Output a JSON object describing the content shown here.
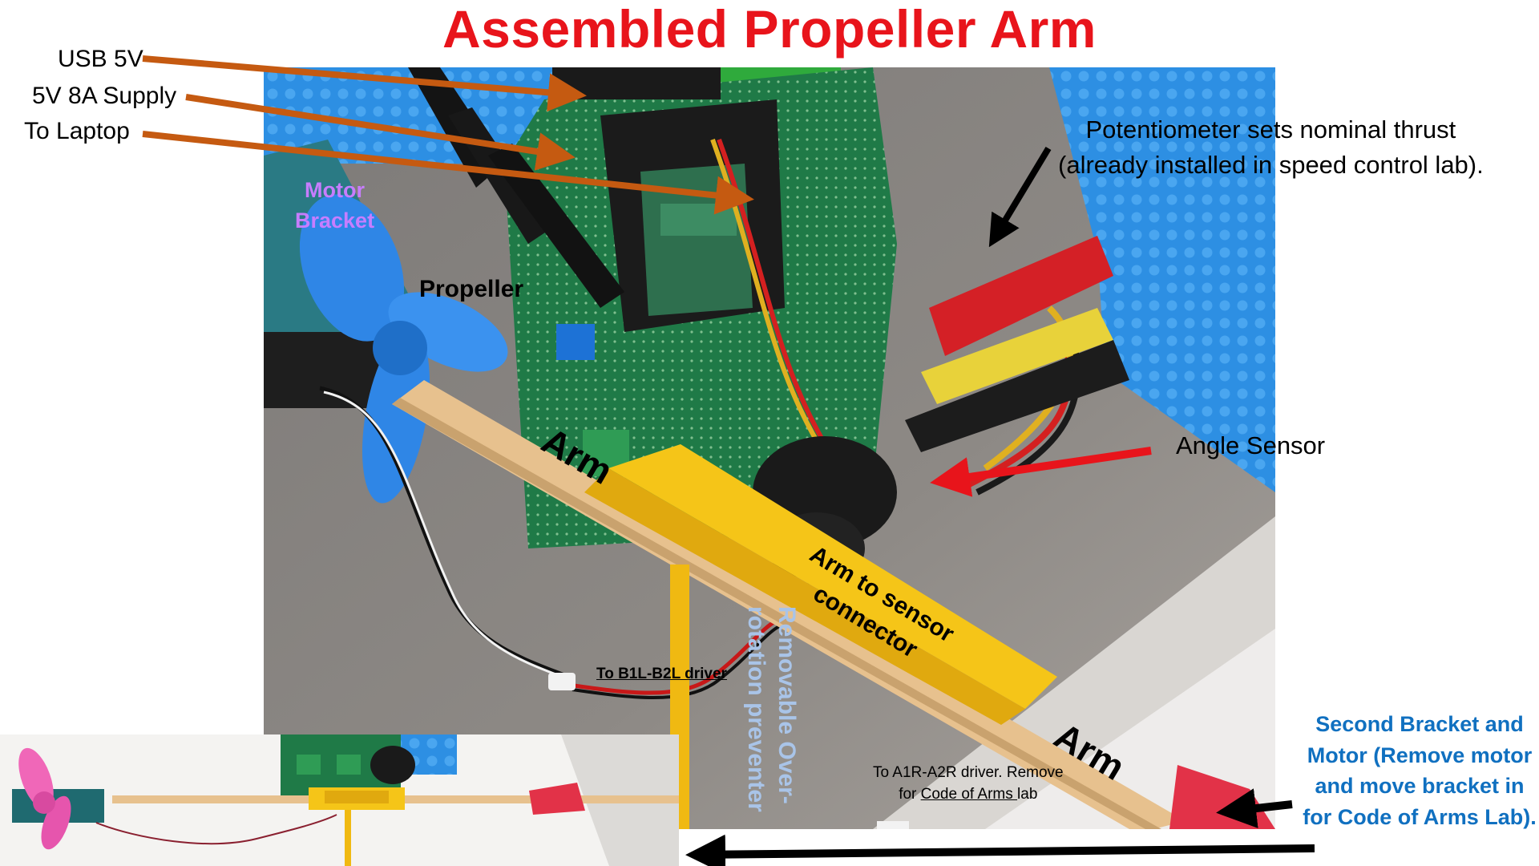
{
  "title": "Assembled Propeller Arm",
  "labels": {
    "usb": "USB 5V",
    "supply": "5V 8A Supply",
    "laptop": "To Laptop",
    "motor_bracket_line1": "Motor",
    "motor_bracket_line2": "Bracket",
    "propeller": "Propeller",
    "potentiometer_line1": "Potentiometer sets nominal thrust",
    "potentiometer_line2": "(already installed in  speed control lab).",
    "angle_sensor": "Angle Sensor",
    "arm_upper": "Arm",
    "arm_lower": "Arm",
    "connector_line1": "Arm to sensor",
    "connector_line2": "connector",
    "b_driver": "To B1L-B2L driver",
    "removable_line1": "Removable Over-",
    "removable_line2": "rotation preventer",
    "a_driver_line1": "To A1R-A2R driver. Remove",
    "a_driver_line2_pre": "for ",
    "a_driver_line2_link": "Code of Arms ",
    "a_driver_line2_post": "lab",
    "second_bracket": "Second Bracket and Motor  (Remove motor and move bracket in for Code of Arms Lab)."
  },
  "colors": {
    "title": "#e8141b",
    "left_arrows": "#c55a11",
    "angle_arrow": "#e8141b",
    "second_bracket_text": "#1070c0",
    "motor_bracket_text": "#c77dff",
    "removable_text": "#a9c4e8"
  },
  "icons": [
    "arrow-usb-icon",
    "arrow-supply-icon",
    "arrow-laptop-icon",
    "arrow-potentiometer-icon",
    "arrow-angle-sensor-icon",
    "arrow-second-bracket-icon",
    "arrow-inset-icon"
  ]
}
